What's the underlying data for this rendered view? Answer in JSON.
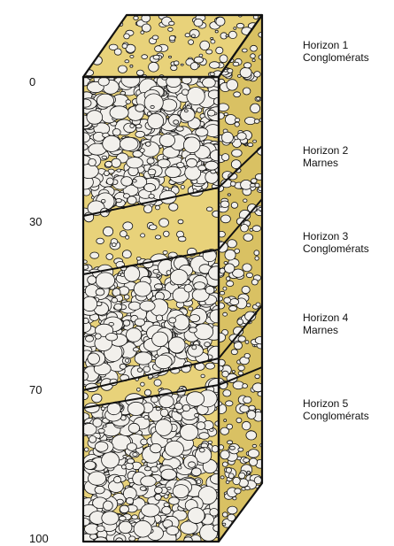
{
  "depth_scale": {
    "labels": [
      "0",
      "30",
      "70",
      "100"
    ]
  },
  "horizons": [
    {
      "name": "Horizon 1",
      "lithology": "Conglomérats"
    },
    {
      "name": "Horizon 2",
      "lithology": "Marnes"
    },
    {
      "name": "Horizon 3",
      "lithology": "Conglomérats"
    },
    {
      "name": "Horizon 4",
      "lithology": "Marnes"
    },
    {
      "name": "Horizon 5",
      "lithology": "Conglomérats"
    }
  ],
  "colors": {
    "sediment": "#e8d27a",
    "sediment_side": "#d9c163",
    "pebble": "#f2f0ec",
    "outline": "#111111"
  }
}
